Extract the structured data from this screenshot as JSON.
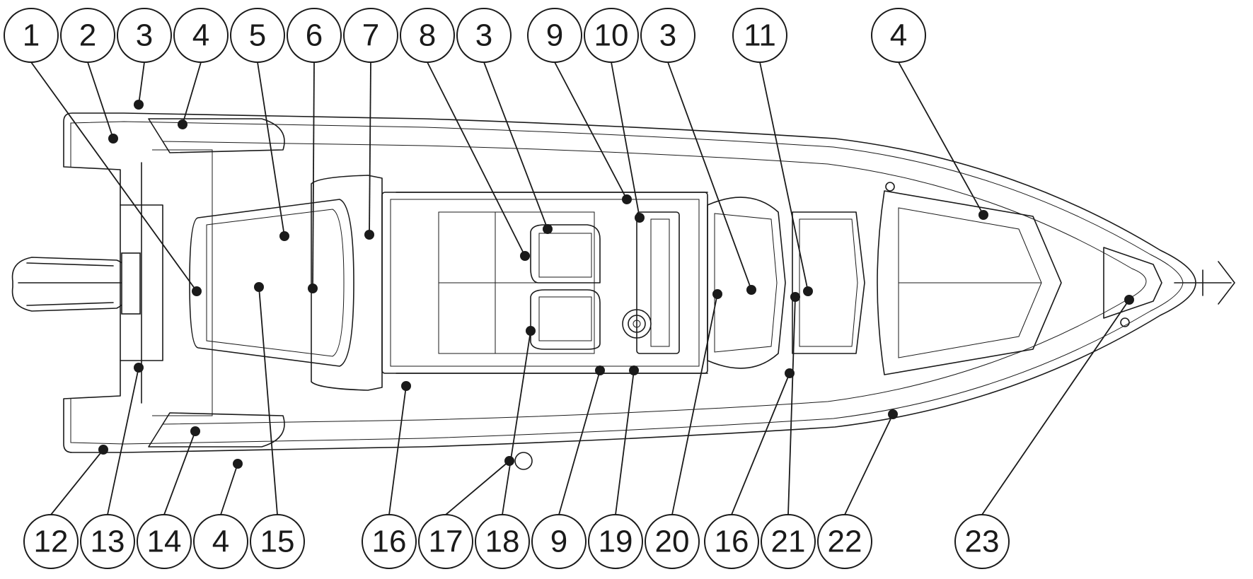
{
  "diagram": {
    "top_labels": [
      "1",
      "2",
      "3",
      "4",
      "5",
      "6",
      "7",
      "8",
      "3",
      "9",
      "10",
      "3",
      "11",
      "4"
    ],
    "bottom_labels": [
      "12",
      "13",
      "14",
      "4",
      "15",
      "16",
      "17",
      "18",
      "9",
      "19",
      "20",
      "16",
      "21",
      "22",
      "23"
    ],
    "colors": {
      "line": "#1a1a1a",
      "background": "#ffffff"
    }
  }
}
